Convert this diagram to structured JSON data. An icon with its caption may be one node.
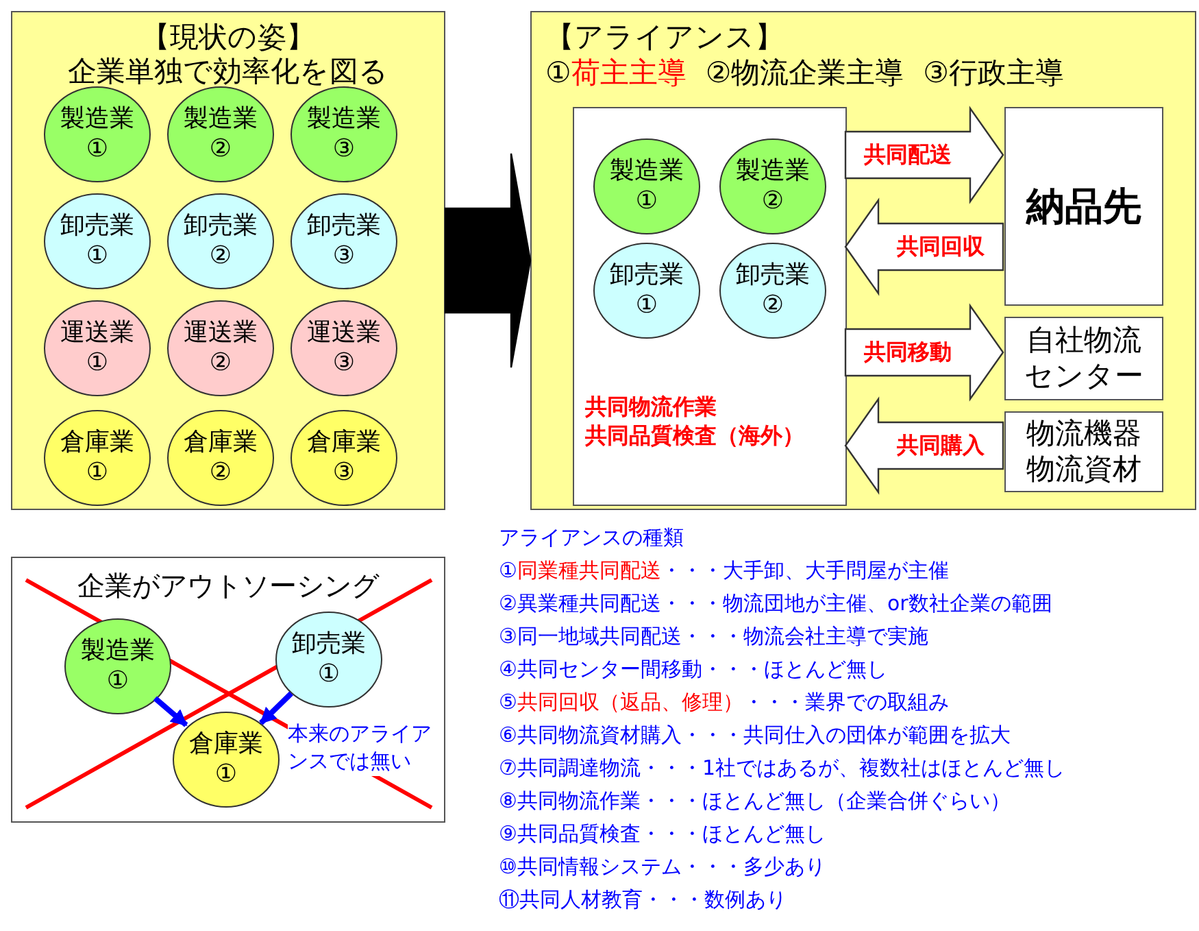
{
  "diagram": {
    "nodes": [
      {
        "text": [
          "【現状の姿】",
          "企業単独で効率化を図る"
        ]
      },
      {
        "text": [
          "製造業①"
        ],
        "in": 0
      },
      {
        "text": [
          "製造業②"
        ],
        "in": 0
      },
      {
        "text": [
          "製造業③"
        ],
        "in": 0
      },
      {
        "text": [
          "卸売業①"
        ],
        "in": 0
      },
      {
        "text": [
          "卸売業②"
        ],
        "in": 0
      },
      {
        "text": [
          "卸売業③"
        ],
        "in": 0
      },
      {
        "text": [
          "運送業①"
        ],
        "in": 0
      },
      {
        "text": [
          "運送業②"
        ],
        "in": 0
      },
      {
        "text": [
          "運送業③"
        ],
        "in": 0
      },
      {
        "text": [
          "倉庫業①"
        ],
        "in": 0
      },
      {
        "text": [
          "倉庫業②"
        ],
        "in": 0
      },
      {
        "text": [
          "倉庫業③"
        ],
        "in": 0
      },
      {
        "text": [
          "【アライアンス】",
          "①**荷主主導**",
          "②物流企業主導",
          "③行政主導"
        ]
      },
      {
        "text": [
          "共同物流作業",
          "共同品質検査（海外）"
        ],
        "in": 13
      },
      {
        "text": [
          "製造業①"
        ],
        "in": 14
      },
      {
        "text": [
          "製造業②"
        ],
        "in": 14
      },
      {
        "text": [
          "卸売業①"
        ],
        "in": 14
      },
      {
        "text": [
          "卸売業②"
        ],
        "in": 14
      },
      {
        "text": [
          "納品先"
        ],
        "in": 13
      },
      {
        "text": [
          "自社物流センター"
        ],
        "in": 13
      },
      {
        "text": [
          "物流機器",
          "物流資材"
        ],
        "in": 13
      },
      {
        "text": [
          "企業がアウトソーシング"
        ]
      },
      {
        "text": [
          "製造業①"
        ],
        "in": 22
      },
      {
        "text": [
          "卸売業①"
        ],
        "in": 22
      },
      {
        "text": [
          "倉庫業①"
        ],
        "in": 22,
        "beside": [
          "本来のアライアンスでは無い"
        ]
      }
    ],
    "edges": [
      {
        "from": 0,
        "to": 13,
        "arrow": "to",
        "style": "thick",
        "color": "#000000"
      },
      {
        "from": 14,
        "to": 19,
        "arrow": "to",
        "label": "共同配送",
        "style": "thick"
      },
      {
        "from": 19,
        "to": 14,
        "arrow": "to",
        "label": "共同回収",
        "style": "thick"
      },
      {
        "from": 14,
        "to": 20,
        "arrow": "to",
        "label": "共同移動",
        "style": "thick"
      },
      {
        "from": 21,
        "to": 14,
        "arrow": "to",
        "label": "共同購入",
        "style": "thick"
      },
      {
        "from": 23,
        "to": 25,
        "arrow": "to",
        "color": "#0000ff"
      },
      {
        "from": 24,
        "to": 25,
        "arrow": "to",
        "color": "#0000ff"
      }
    ],
    "labels": [
      "アライアンスの種類",
      "①**同業種共同配送**・・・大手卸、大手問屋が主催",
      "②異業種共同配送・・・物流団地が主催、or数社企業の範囲",
      "③同一地域共同配送・・・物流会社主導で実施",
      "④共同センター間移動・・・ほとんど無し",
      "⑤**共同回収（返品、修理）**・・・業界での取組み",
      "⑥共同物流資材購入・・・共同仕入の団体が範囲を拡大",
      "⑦共同調達物流・・・1社ではあるが、複数社はほとんど無し",
      "⑧共同物流作業・・・ほとんど無し（企業合併ぐらい）",
      "⑨共同品質検査・・・ほとんど無し",
      "⑩共同情報システム・・・多少あり",
      "⑪共同人材教育・・・数例あり"
    ]
  }
}
